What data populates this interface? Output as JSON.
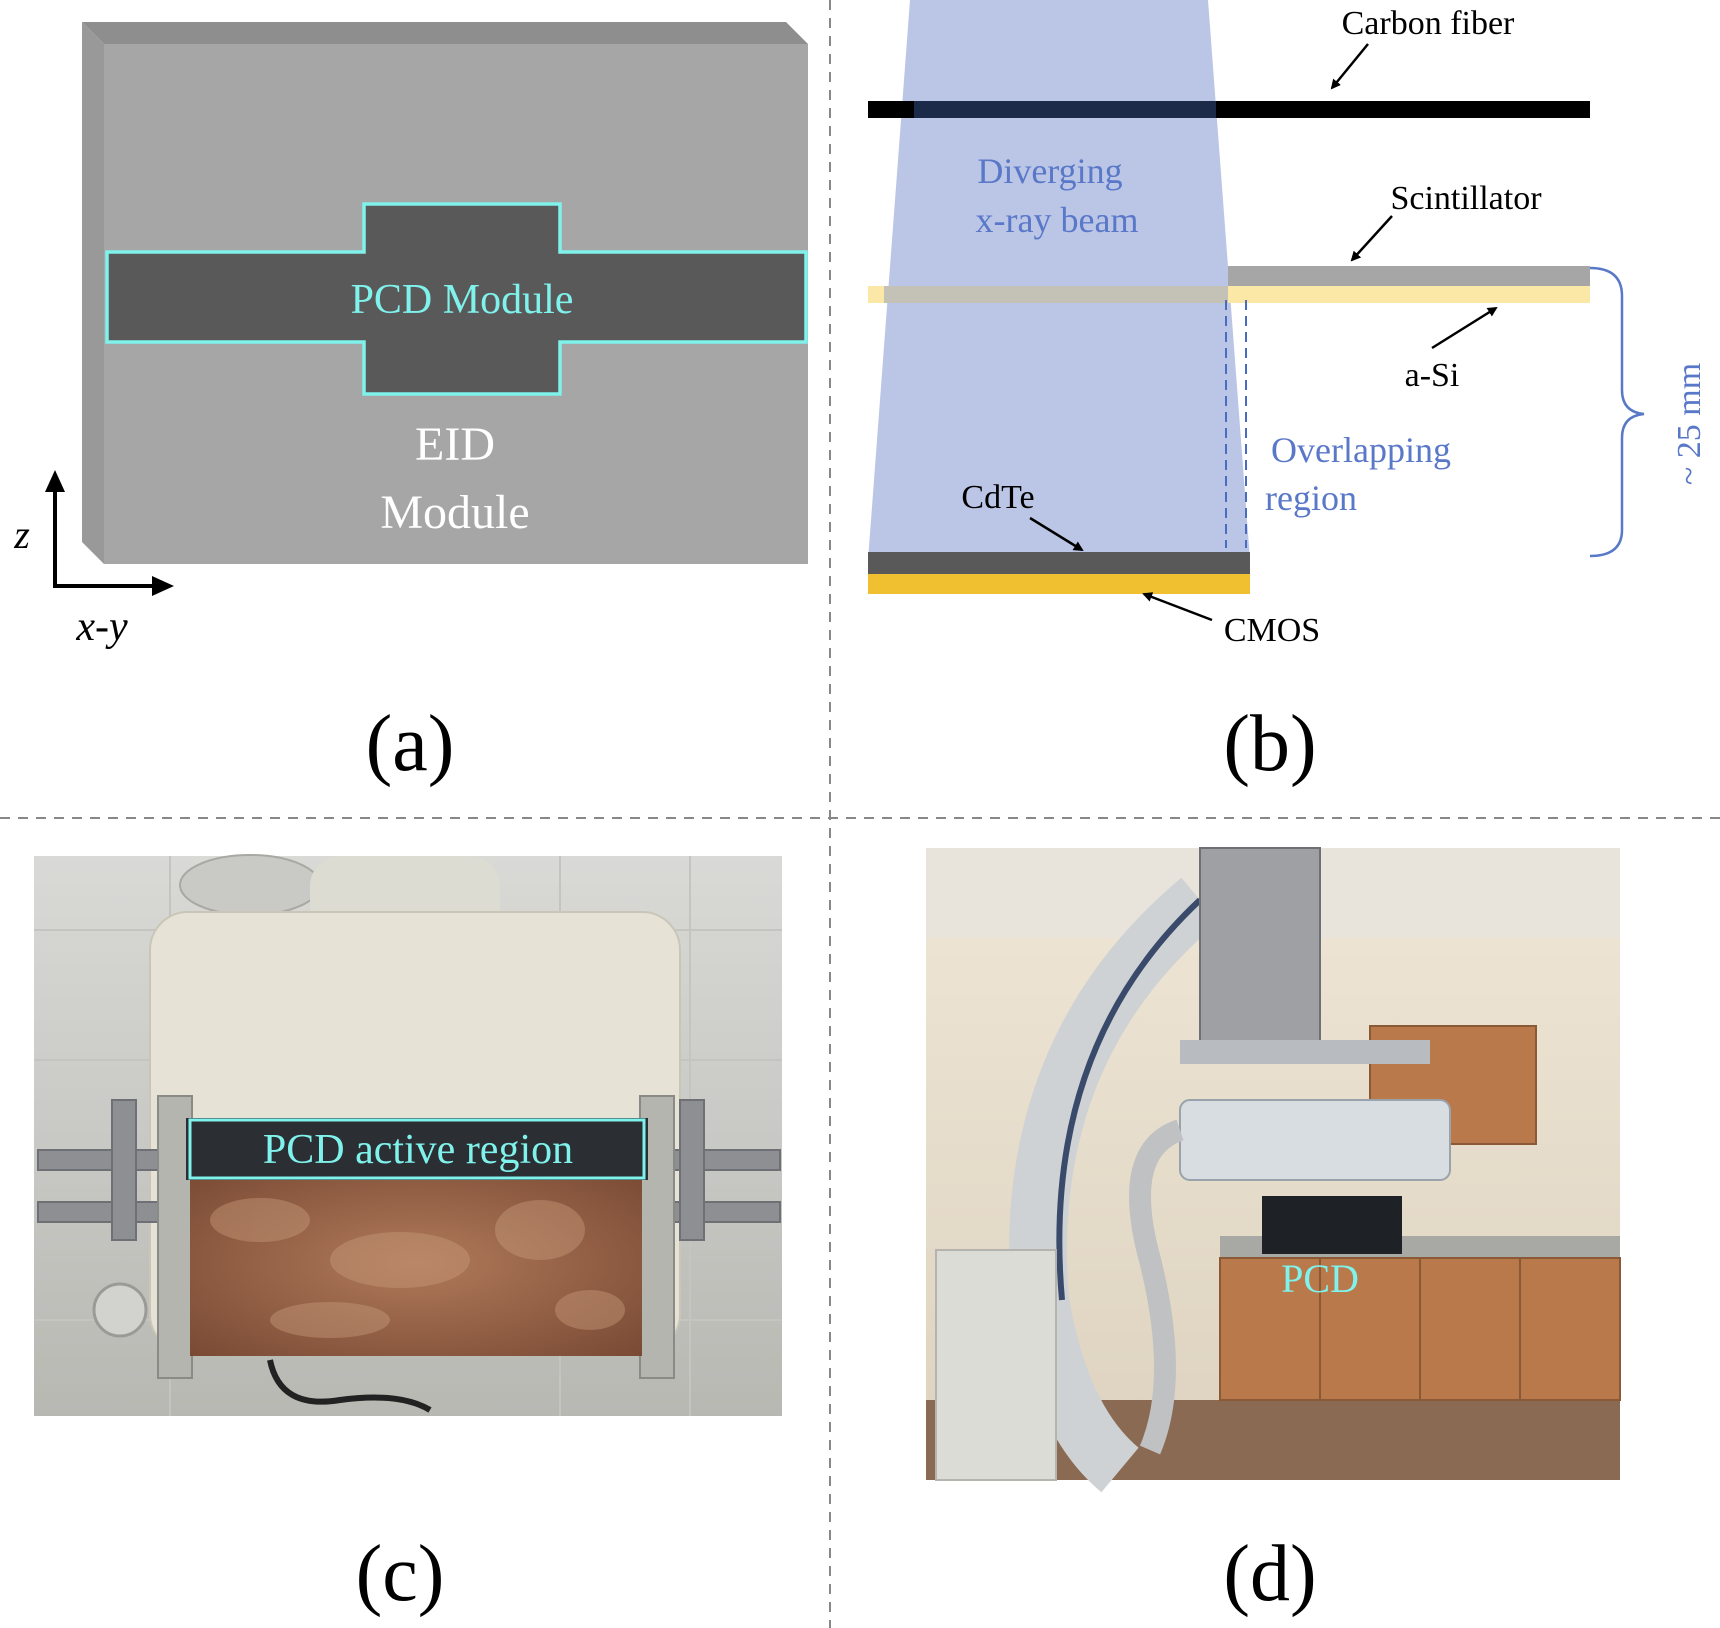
{
  "panel_a": {
    "pcd_label": "PCD Module",
    "eid_label_line1": "EID",
    "eid_label_line2": "Module",
    "axis_z": "z",
    "axis_xy": "x-y",
    "caption": "(a)",
    "colors": {
      "eid": "#a6a6a6",
      "pcd": "#595959",
      "outline": "#7ff2ec",
      "label": "#ffffff"
    }
  },
  "panel_b": {
    "carbon_fiber": "Carbon fiber",
    "beam_line1": "Diverging",
    "beam_line2": "x-ray beam",
    "scintillator": "Scintillator",
    "asi": "a-Si",
    "overlap_line1": "Overlapping",
    "overlap_line2": "region",
    "cdte": "CdTe",
    "cmos": "CMOS",
    "dimension": "~ 25 mm",
    "caption": "(b)",
    "colors": {
      "beam": "#b7c3e6",
      "beam_text": "#5a78c8",
      "carbon": "#000000",
      "scintillator": "#a6a6a6",
      "asi": "#fbe8a6",
      "cdte": "#595959",
      "cmos": "#f0c030"
    }
  },
  "panel_c": {
    "label": "PCD active region",
    "caption": "(c)",
    "colors": {
      "copper": "#a46a4a",
      "label": "#7ff2ec"
    }
  },
  "panel_d": {
    "label": "PCD",
    "caption": "(d)",
    "colors": {
      "cabinet": "#b9794a",
      "label": "#7ff2ec"
    }
  }
}
